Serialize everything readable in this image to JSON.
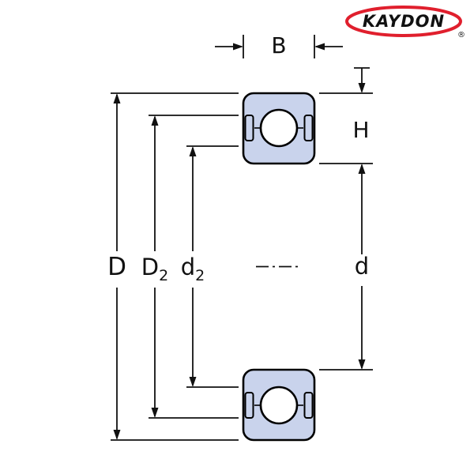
{
  "colors": {
    "background": "#ffffff",
    "bearing_fill": "#c9d3ec",
    "ball_fill": "#ffffff",
    "line": "#111111",
    "logo_red": "#e01f2d"
  },
  "logo": {
    "text": "KAYDON",
    "registered": "®"
  },
  "dimensions": {
    "B": {
      "label": "B"
    },
    "H": {
      "label": "H"
    },
    "D": {
      "label": "D"
    },
    "D2": {
      "label": "D",
      "sub": "2"
    },
    "d2": {
      "label": "d",
      "sub": "2"
    },
    "d": {
      "label": "d"
    }
  }
}
